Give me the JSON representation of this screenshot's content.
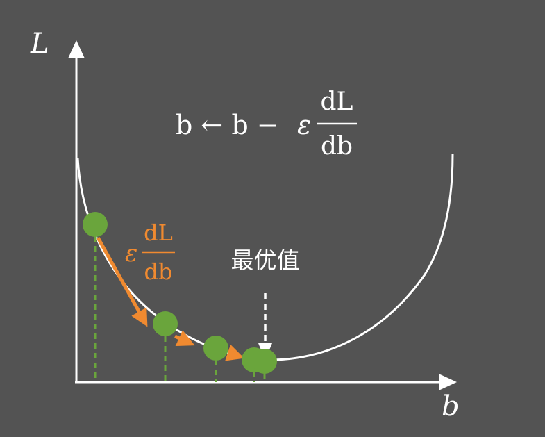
{
  "axes": {
    "y_label": "L",
    "x_label": "b"
  },
  "formula": {
    "lhs": "b ← b −",
    "epsilon": "ε",
    "numerator": "dL",
    "denominator": "db"
  },
  "step_label": {
    "epsilon": "ε",
    "numerator": "dL",
    "denominator": "db"
  },
  "optimum_label": "最优值",
  "colors": {
    "background": "#535353",
    "axis": "#ffffff",
    "curve": "#ffffff",
    "point": "#6aa53c",
    "drop_line": "#6aa53c",
    "step_arrow": "#f08a30",
    "step_label": "#f08a30",
    "optimum_arrow": "#ffffff"
  }
}
